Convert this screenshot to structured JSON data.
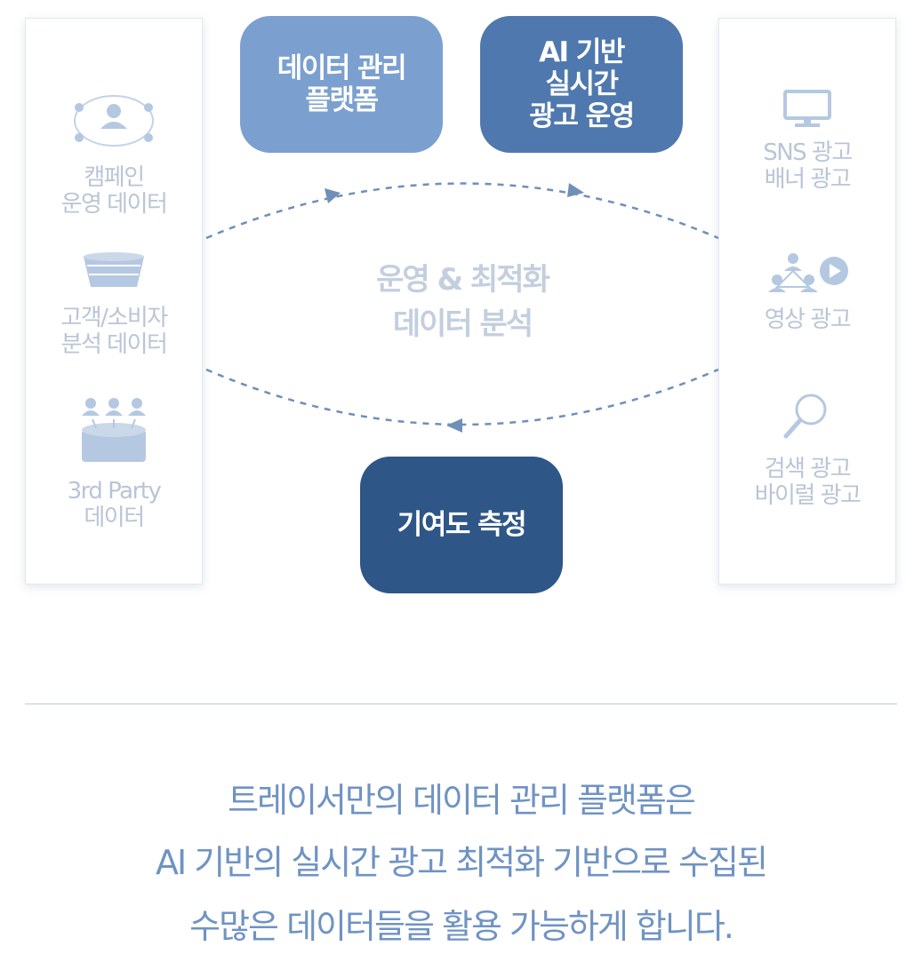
{
  "left_panel": {
    "items": [
      {
        "icon": "campaign-users-icon",
        "label": "캠페인\n운영 데이터"
      },
      {
        "icon": "database-icon",
        "label": "고객/소비자\n분석 데이터"
      },
      {
        "icon": "third-party-people-icon",
        "label": "3rd Party\n데이터"
      }
    ]
  },
  "right_panel": {
    "items": [
      {
        "icon": "monitor-icon",
        "label": "SNS 광고\n배너 광고"
      },
      {
        "icon": "video-network-icon",
        "label": "영상 광고"
      },
      {
        "icon": "magnifier-icon",
        "label": "검색 광고\n바이럴 광고"
      }
    ]
  },
  "boxes": {
    "platform": "데이터 관리\n플랫폼",
    "ai": "AI 기반\n실시간\n광고 운영",
    "contribution": "기여도 측정"
  },
  "center": "운영 & 최적화\n데이터 분석",
  "caption": {
    "line1": "트레이서만의 데이터 관리 플랫폼은",
    "line2": "AI 기반의 실시간 광고 최적화 기반으로 수집된",
    "line3": "수많은 데이터들을 활용 가능하게 합니다."
  },
  "colors": {
    "platform_box": "#7ba0cf",
    "ai_box": "#4f78ae",
    "contribution_box": "#2e5687",
    "caption_text": "#6f93c3",
    "panel_text": "#b9c5d6"
  }
}
